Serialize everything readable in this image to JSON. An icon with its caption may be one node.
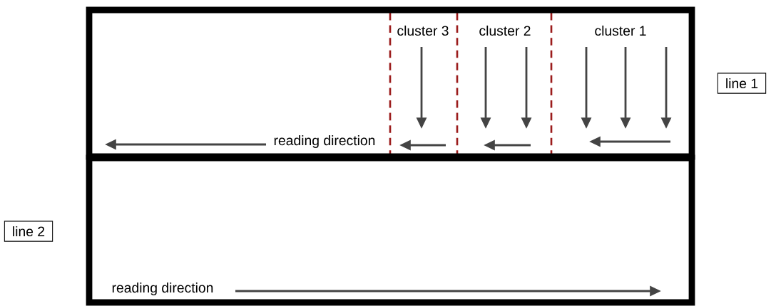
{
  "diagram": {
    "nodes": [
      {
        "text": [
          "reading direction"
        ]
      },
      {
        "text": [
          "cluster 3"
        ],
        "in": 0
      },
      {
        "text": [
          "cluster 2"
        ],
        "in": 0
      },
      {
        "text": [
          "cluster 1"
        ],
        "in": 0
      },
      {
        "text": [
          "line 1"
        ]
      },
      {
        "text": [
          "line 2"
        ]
      },
      {
        "text": [
          "reading direction"
        ]
      }
    ],
    "edges": []
  }
}
